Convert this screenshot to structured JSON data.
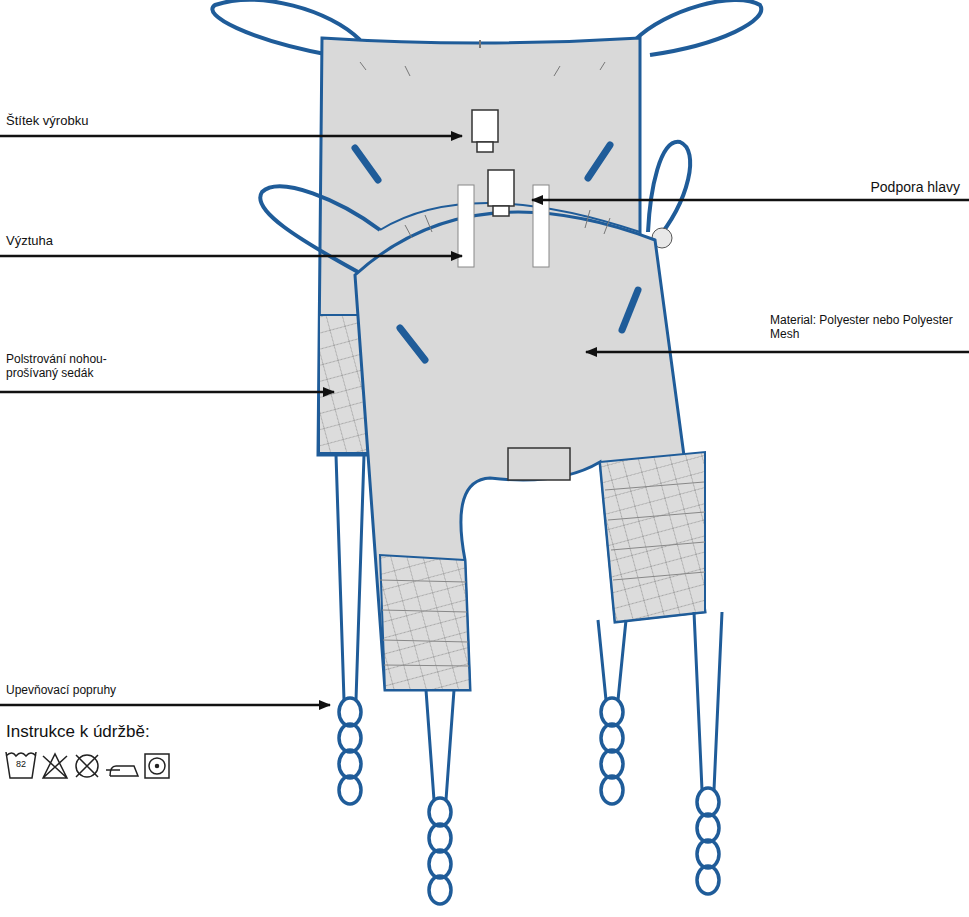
{
  "diagram": {
    "labels": [
      "Štítek výrobku",
      "Podpora hlavy",
      "Výztuha",
      "Material: Polyester  nebo Polyester Mesh",
      "Polstrování nohou- prošívaný sedák",
      "Upevňovací popruhy",
      "Instrukce k údržbě:",
      "82"
    ]
  }
}
